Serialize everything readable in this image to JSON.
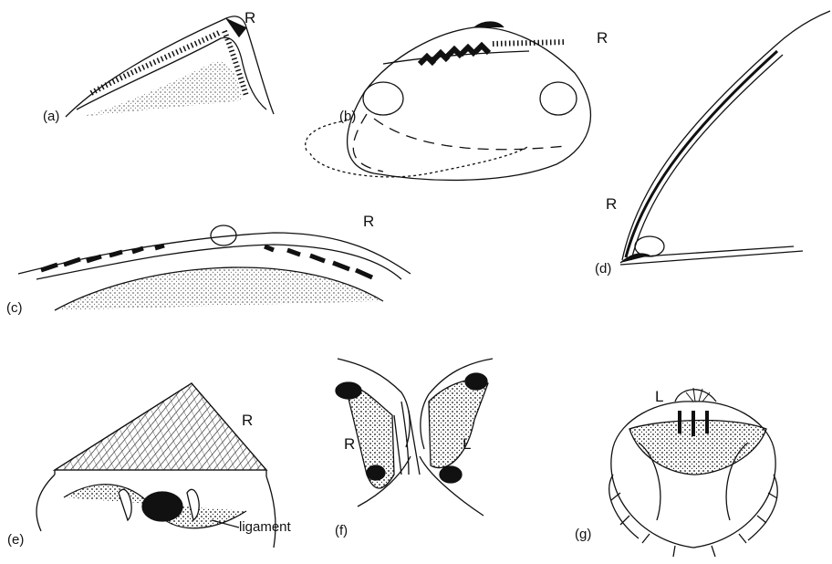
{
  "panels": {
    "a": {
      "label": "(a)",
      "side": "R"
    },
    "b": {
      "label": "(b)",
      "side": "R"
    },
    "c": {
      "label": "(c)",
      "side": "R"
    },
    "d": {
      "label": "(d)",
      "side": "R"
    },
    "e": {
      "label": "(e)",
      "side": "R",
      "callout": "ligament"
    },
    "f": {
      "label": "(f)",
      "side_left": "R",
      "side_right": "L"
    },
    "g": {
      "label": "(g)",
      "side": "L"
    }
  },
  "colors": {
    "ink": "#111111",
    "paper": "#ffffff"
  }
}
